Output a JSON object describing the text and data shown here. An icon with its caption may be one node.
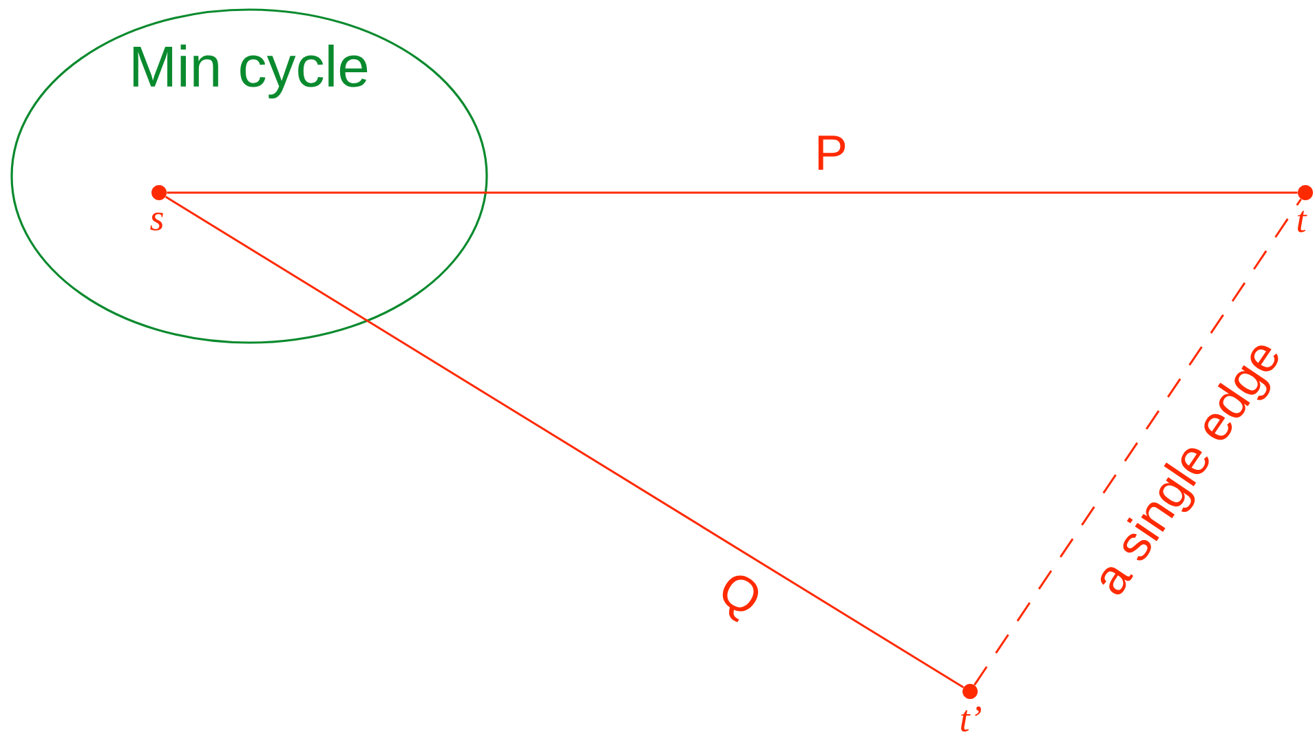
{
  "diagram": {
    "nodes": [
      {
        "text": [
          "Min cycle"
        ]
      },
      {
        "text": [],
        "shape": "circle",
        "beside": [
          "s"
        ],
        "in": 0
      },
      {
        "text": [],
        "shape": "circle",
        "beside": [
          "t"
        ]
      },
      {
        "text": [],
        "shape": "circle",
        "beside": [
          "t’"
        ]
      }
    ],
    "edges": [
      {
        "from": 1,
        "to": 2,
        "arrow": "none",
        "label": "P"
      },
      {
        "from": 1,
        "to": 3,
        "arrow": "none",
        "label": "Q"
      },
      {
        "from": 3,
        "to": 2,
        "arrow": "none",
        "label": "a single edge",
        "style": "dashed"
      }
    ]
  }
}
